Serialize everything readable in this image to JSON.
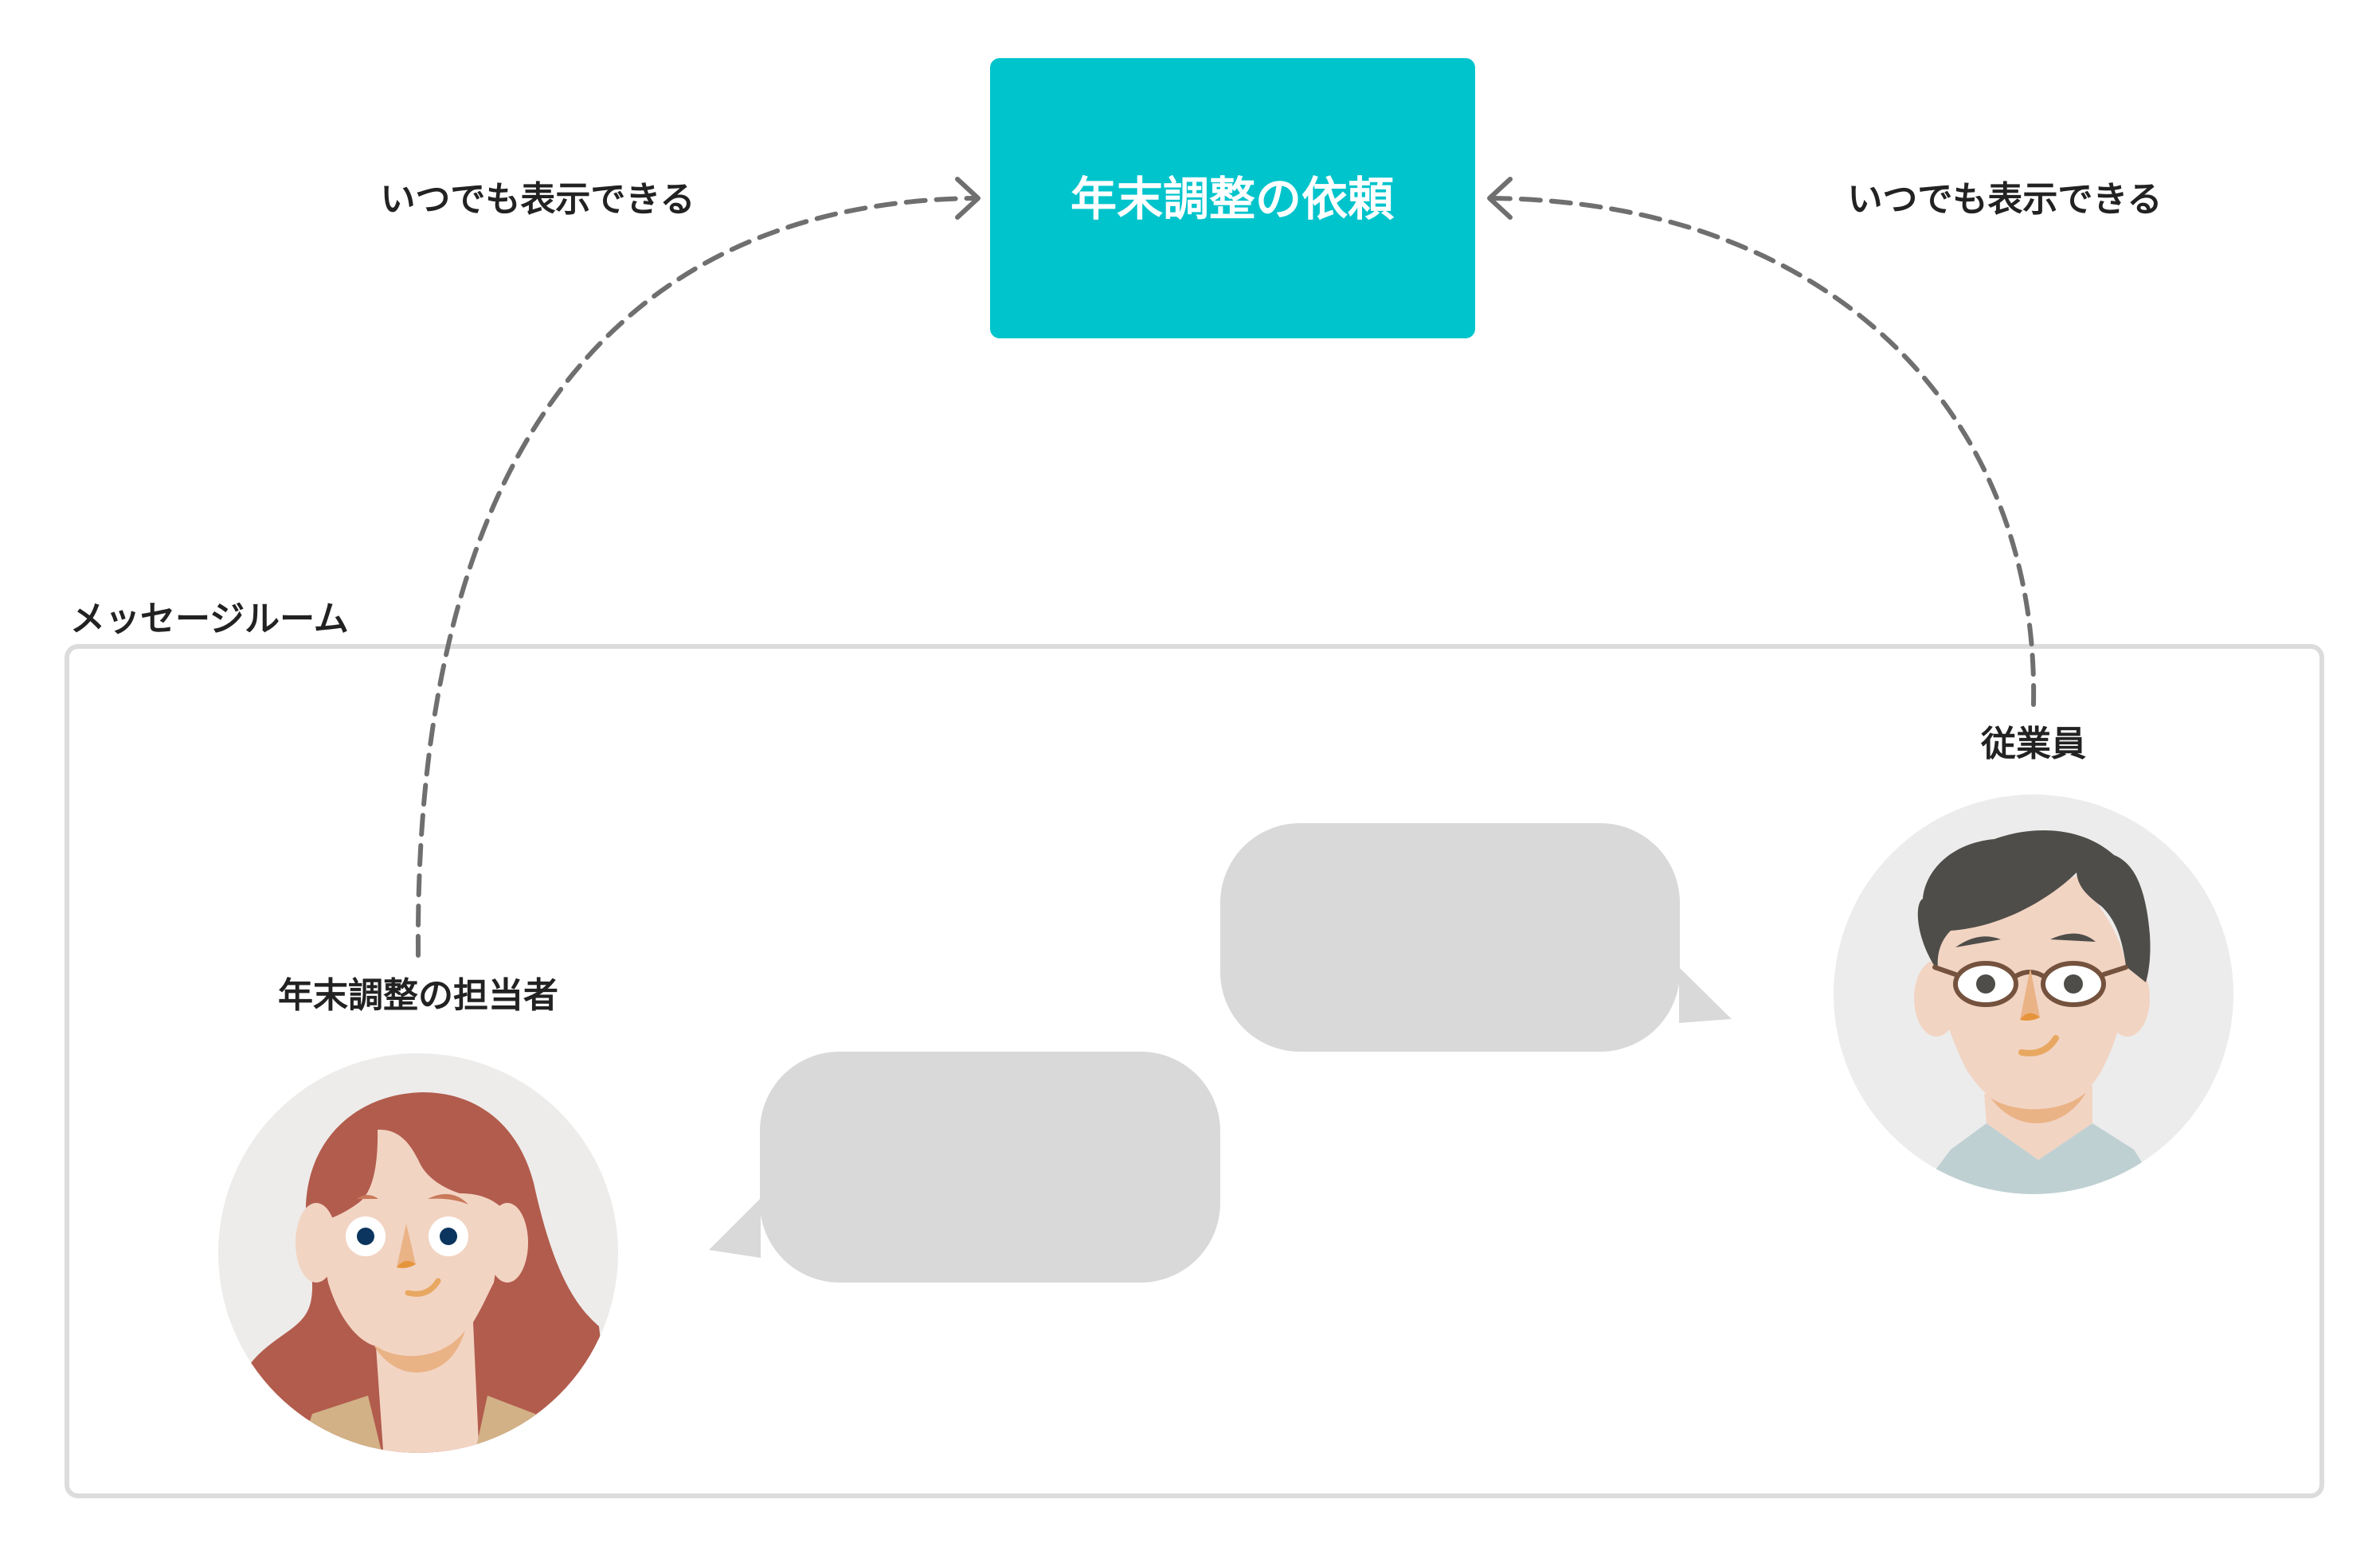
{
  "request_box": {
    "label": "年末調整の依頼",
    "color": "#00c4cc"
  },
  "left_arrow_label": "いつでも表示できる",
  "right_arrow_label": "いつでも表示できる",
  "room": {
    "label": "メッセージルーム"
  },
  "people": {
    "admin": {
      "label": "年末調整の担当者"
    },
    "employee": {
      "label": "従業員"
    }
  }
}
